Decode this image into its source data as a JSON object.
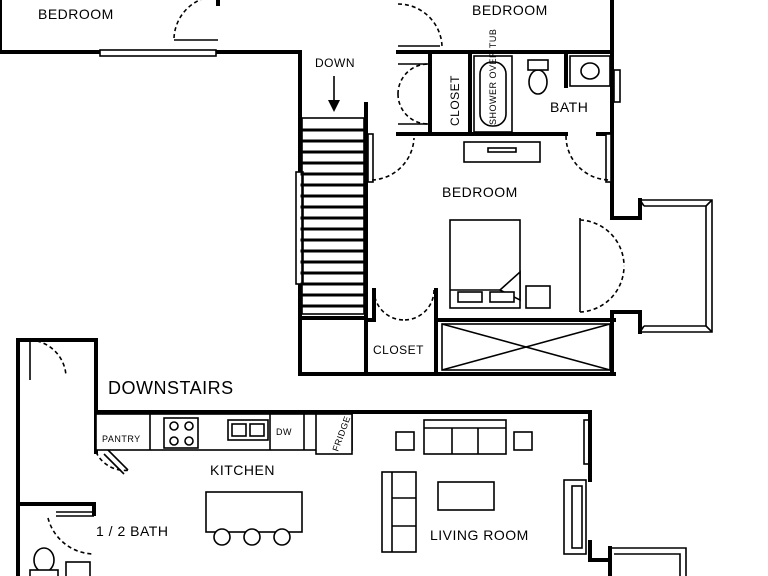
{
  "floorplan": {
    "upstairs": {
      "rooms": {
        "bedroom_northwest": "BEDROOM",
        "bedroom_northeast": "BEDROOM",
        "bedroom_master": "BEDROOM",
        "bath": "BATH",
        "closet_vertical": "CLOSET",
        "closet_lower": "CLOSET"
      },
      "fixtures": {
        "shower": "SHOWER OVER TUB",
        "stair_label": "DOWN"
      }
    },
    "downstairs": {
      "heading": "DOWNSTAIRS",
      "rooms": {
        "kitchen": "KITCHEN",
        "living_room": "LIVING ROOM",
        "half_bath": "1 / 2 BATH",
        "pantry": "PANTRY"
      },
      "fixtures": {
        "dishwasher": "DW",
        "fridge": "FRIDGE"
      }
    }
  }
}
